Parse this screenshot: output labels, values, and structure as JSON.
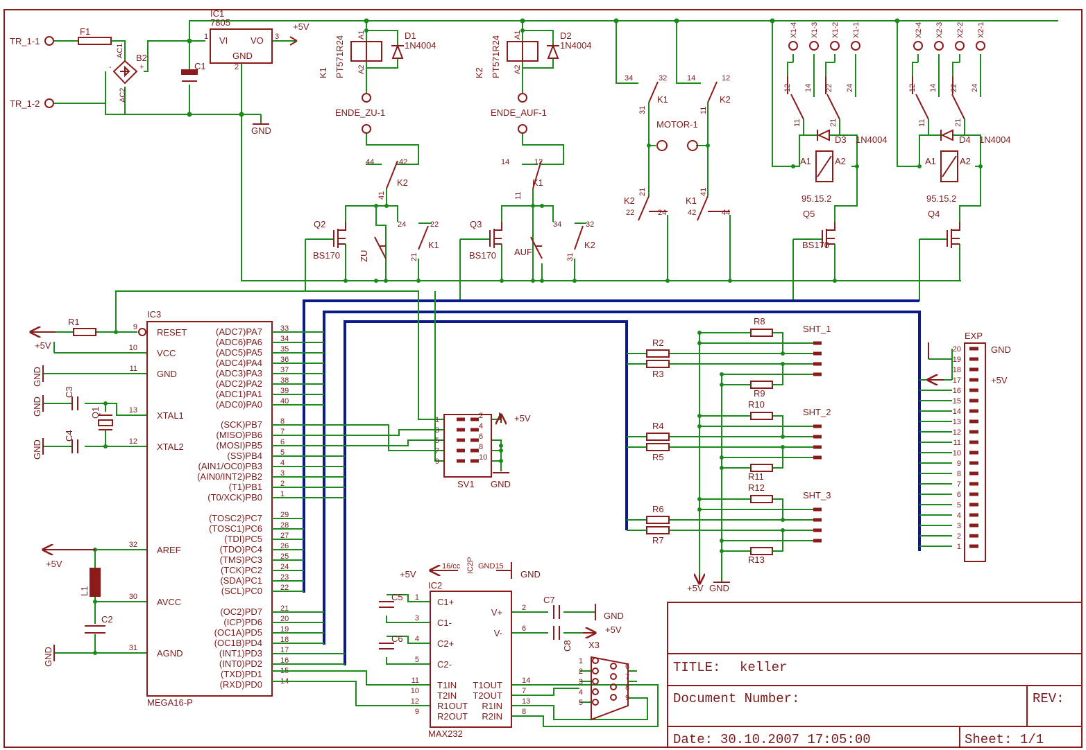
{
  "colors": {
    "wire": "#1a8a1a",
    "part": "#8b1a1a",
    "bus": "#0a1a8a",
    "frame": "#8b1a1a"
  },
  "title_block": {
    "title_label": "TITLE:",
    "title_value": "keller",
    "docnum_label": "Document Number:",
    "rev_label": "REV:",
    "date_label": "Date:",
    "date_value": "30.10.2007 17:05:00",
    "sheet_label": "Sheet:",
    "sheet_value": "1/1"
  },
  "power": {
    "tr1": "TR_1-1",
    "tr2": "TR_1-2",
    "f1": "F1",
    "b2": "B2",
    "ac1": "AC1",
    "ac2": "AC2",
    "plus": "+",
    "minus": "-",
    "c1": "C1",
    "ic1": "IC1",
    "ic1_type": "7805",
    "vi": "VI",
    "vo": "VO",
    "gnd_pin": "GND",
    "pin1": "1",
    "pin2": "2",
    "pin3": "3",
    "p5v": "+5V",
    "gnd": "GND"
  },
  "relays_top": {
    "k1": "K1",
    "k2": "K2",
    "relay_type": "PT571R24",
    "a1": "A1",
    "a2": "A2",
    "d1": "D1",
    "d2": "D2",
    "diode": "1N4004",
    "ende_zu": "ENDE_ZU-1",
    "ende_auf": "ENDE_AUF-1",
    "motor": "MOTOR-1",
    "c44": "44",
    "c42": "42",
    "c41": "41",
    "c14": "14",
    "c12": "12",
    "c11": "11",
    "c34": "34",
    "c32": "32",
    "c31": "31",
    "c24": "24",
    "c22": "22",
    "c21": "21",
    "q2": "Q2",
    "q3": "Q3",
    "q4": "Q4",
    "q5": "Q5",
    "bs170": "BS170",
    "zu": "ZU",
    "auf": "AUF"
  },
  "relays_right": {
    "x1": [
      "X1-4",
      "X1-3",
      "X1-2",
      "X1-1"
    ],
    "x2": [
      "X2-4",
      "X2-3",
      "X2-2",
      "X2-1"
    ],
    "d3": "D3",
    "d4": "D4",
    "diode": "1N4004",
    "type": "95.15.2",
    "a1": "A1",
    "a2": "A2",
    "c12": "12",
    "c14": "14",
    "c22": "22",
    "c24": "24",
    "c11": "11",
    "c21": "21"
  },
  "mcu": {
    "name": "IC3",
    "type": "MEGA16-P",
    "r1": "R1",
    "c3": "C3",
    "c4": "C4",
    "q1": "Q1",
    "l1": "L1",
    "c2": "C2",
    "p5v": "+5V",
    "gnd": "GND",
    "left_pins": [
      {
        "num": "9",
        "name": "RESET"
      },
      {
        "num": "10",
        "name": "VCC"
      },
      {
        "num": "11",
        "name": "GND"
      },
      {
        "num": "13",
        "name": "XTAL1"
      },
      {
        "num": "12",
        "name": "XTAL2"
      },
      {
        "num": "32",
        "name": "AREF"
      },
      {
        "num": "30",
        "name": "AVCC"
      },
      {
        "num": "31",
        "name": "AGND"
      }
    ],
    "right_pins": [
      {
        "num": "33",
        "name": "(ADC7)PA7"
      },
      {
        "num": "34",
        "name": "(ADC6)PA6"
      },
      {
        "num": "35",
        "name": "(ADC5)PA5"
      },
      {
        "num": "36",
        "name": "(ADC4)PA4"
      },
      {
        "num": "37",
        "name": "(ADC3)PA3"
      },
      {
        "num": "38",
        "name": "(ADC2)PA2"
      },
      {
        "num": "39",
        "name": "(ADC1)PA1"
      },
      {
        "num": "40",
        "name": "(ADC0)PA0"
      },
      {
        "num": "8",
        "name": "(SCK)PB7"
      },
      {
        "num": "7",
        "name": "(MISO)PB6"
      },
      {
        "num": "6",
        "name": "(MOSI)PB5"
      },
      {
        "num": "5",
        "name": "(SS)PB4"
      },
      {
        "num": "4",
        "name": "(AIN1/OC0)PB3"
      },
      {
        "num": "3",
        "name": "(AIN0/INT2)PB2"
      },
      {
        "num": "2",
        "name": "(T1)PB1"
      },
      {
        "num": "1",
        "name": "(T0/XCK)PB0"
      },
      {
        "num": "29",
        "name": "(TOSC2)PC7"
      },
      {
        "num": "28",
        "name": "(TOSC1)PC6"
      },
      {
        "num": "27",
        "name": "(TDI)PC5"
      },
      {
        "num": "26",
        "name": "(TDO)PC4"
      },
      {
        "num": "25",
        "name": "(TMS)PC3"
      },
      {
        "num": "24",
        "name": "(TCK)PC2"
      },
      {
        "num": "23",
        "name": "(SDA)PC1"
      },
      {
        "num": "22",
        "name": "(SCL)PC0"
      },
      {
        "num": "21",
        "name": "(OC2)PD7"
      },
      {
        "num": "20",
        "name": "(ICP)PD6"
      },
      {
        "num": "19",
        "name": "(OC1A)PD5"
      },
      {
        "num": "18",
        "name": "(OC1B)PD4"
      },
      {
        "num": "17",
        "name": "(INT1)PD3"
      },
      {
        "num": "16",
        "name": "(INT0)PD2"
      },
      {
        "num": "15",
        "name": "(TXD)PD1"
      },
      {
        "num": "14",
        "name": "(RXD)PD0"
      }
    ]
  },
  "sv1": {
    "name": "SV1",
    "pins_left": [
      "1",
      "3",
      "5",
      "7",
      "9"
    ],
    "pins_right": [
      "2",
      "4",
      "6",
      "8",
      "10"
    ],
    "p5v": "+5V",
    "gnd": "GND"
  },
  "max232": {
    "name": "IC2",
    "type": "MAX232",
    "ic2p": "IC2P",
    "p16": "16/cc",
    "p15": "GND15",
    "p5v": "+5V",
    "gnd": "GND",
    "c5": "C5",
    "c6": "C6",
    "c7": "C7",
    "c8": "C8",
    "x3": "X3",
    "left": [
      {
        "num": "1",
        "name": "C1+"
      },
      {
        "num": "3",
        "name": "C1-"
      },
      {
        "num": "4",
        "name": "C2+"
      },
      {
        "num": "5",
        "name": "C2-"
      },
      {
        "num": "11",
        "name": "T1IN"
      },
      {
        "num": "10",
        "name": "T2IN"
      },
      {
        "num": "12",
        "name": "R1OUT"
      },
      {
        "num": "9",
        "name": "R2OUT"
      }
    ],
    "right": [
      {
        "num": "2",
        "name": "V+"
      },
      {
        "num": "6",
        "name": "V-"
      },
      {
        "num": "14",
        "name": "T1OUT"
      },
      {
        "num": "7",
        "name": "T2OUT"
      },
      {
        "num": "13",
        "name": "R1IN"
      },
      {
        "num": "8",
        "name": "R2IN"
      }
    ],
    "db9_left": [
      "1",
      "2",
      "3",
      "4",
      "5"
    ],
    "db9_right": [
      "6",
      "7",
      "8",
      "9"
    ]
  },
  "sht": {
    "sht1": "SHT_1",
    "sht2": "SHT_2",
    "sht3": "SHT_3",
    "r2": "R2",
    "r3": "R3",
    "r4": "R4",
    "r5": "R5",
    "r6": "R6",
    "r7": "R7",
    "r8": "R8",
    "r9": "R9",
    "r10": "R10",
    "r11": "R11",
    "r12": "R12",
    "r13": "R13",
    "p5v": "+5V",
    "gnd": "GND"
  },
  "exp": {
    "name": "EXP",
    "gnd": "GND",
    "p5v": "+5V",
    "pins": [
      "20",
      "19",
      "18",
      "17",
      "16",
      "15",
      "14",
      "13",
      "12",
      "11",
      "10",
      "9",
      "8",
      "7",
      "6",
      "5",
      "4",
      "3",
      "2",
      "1"
    ]
  }
}
